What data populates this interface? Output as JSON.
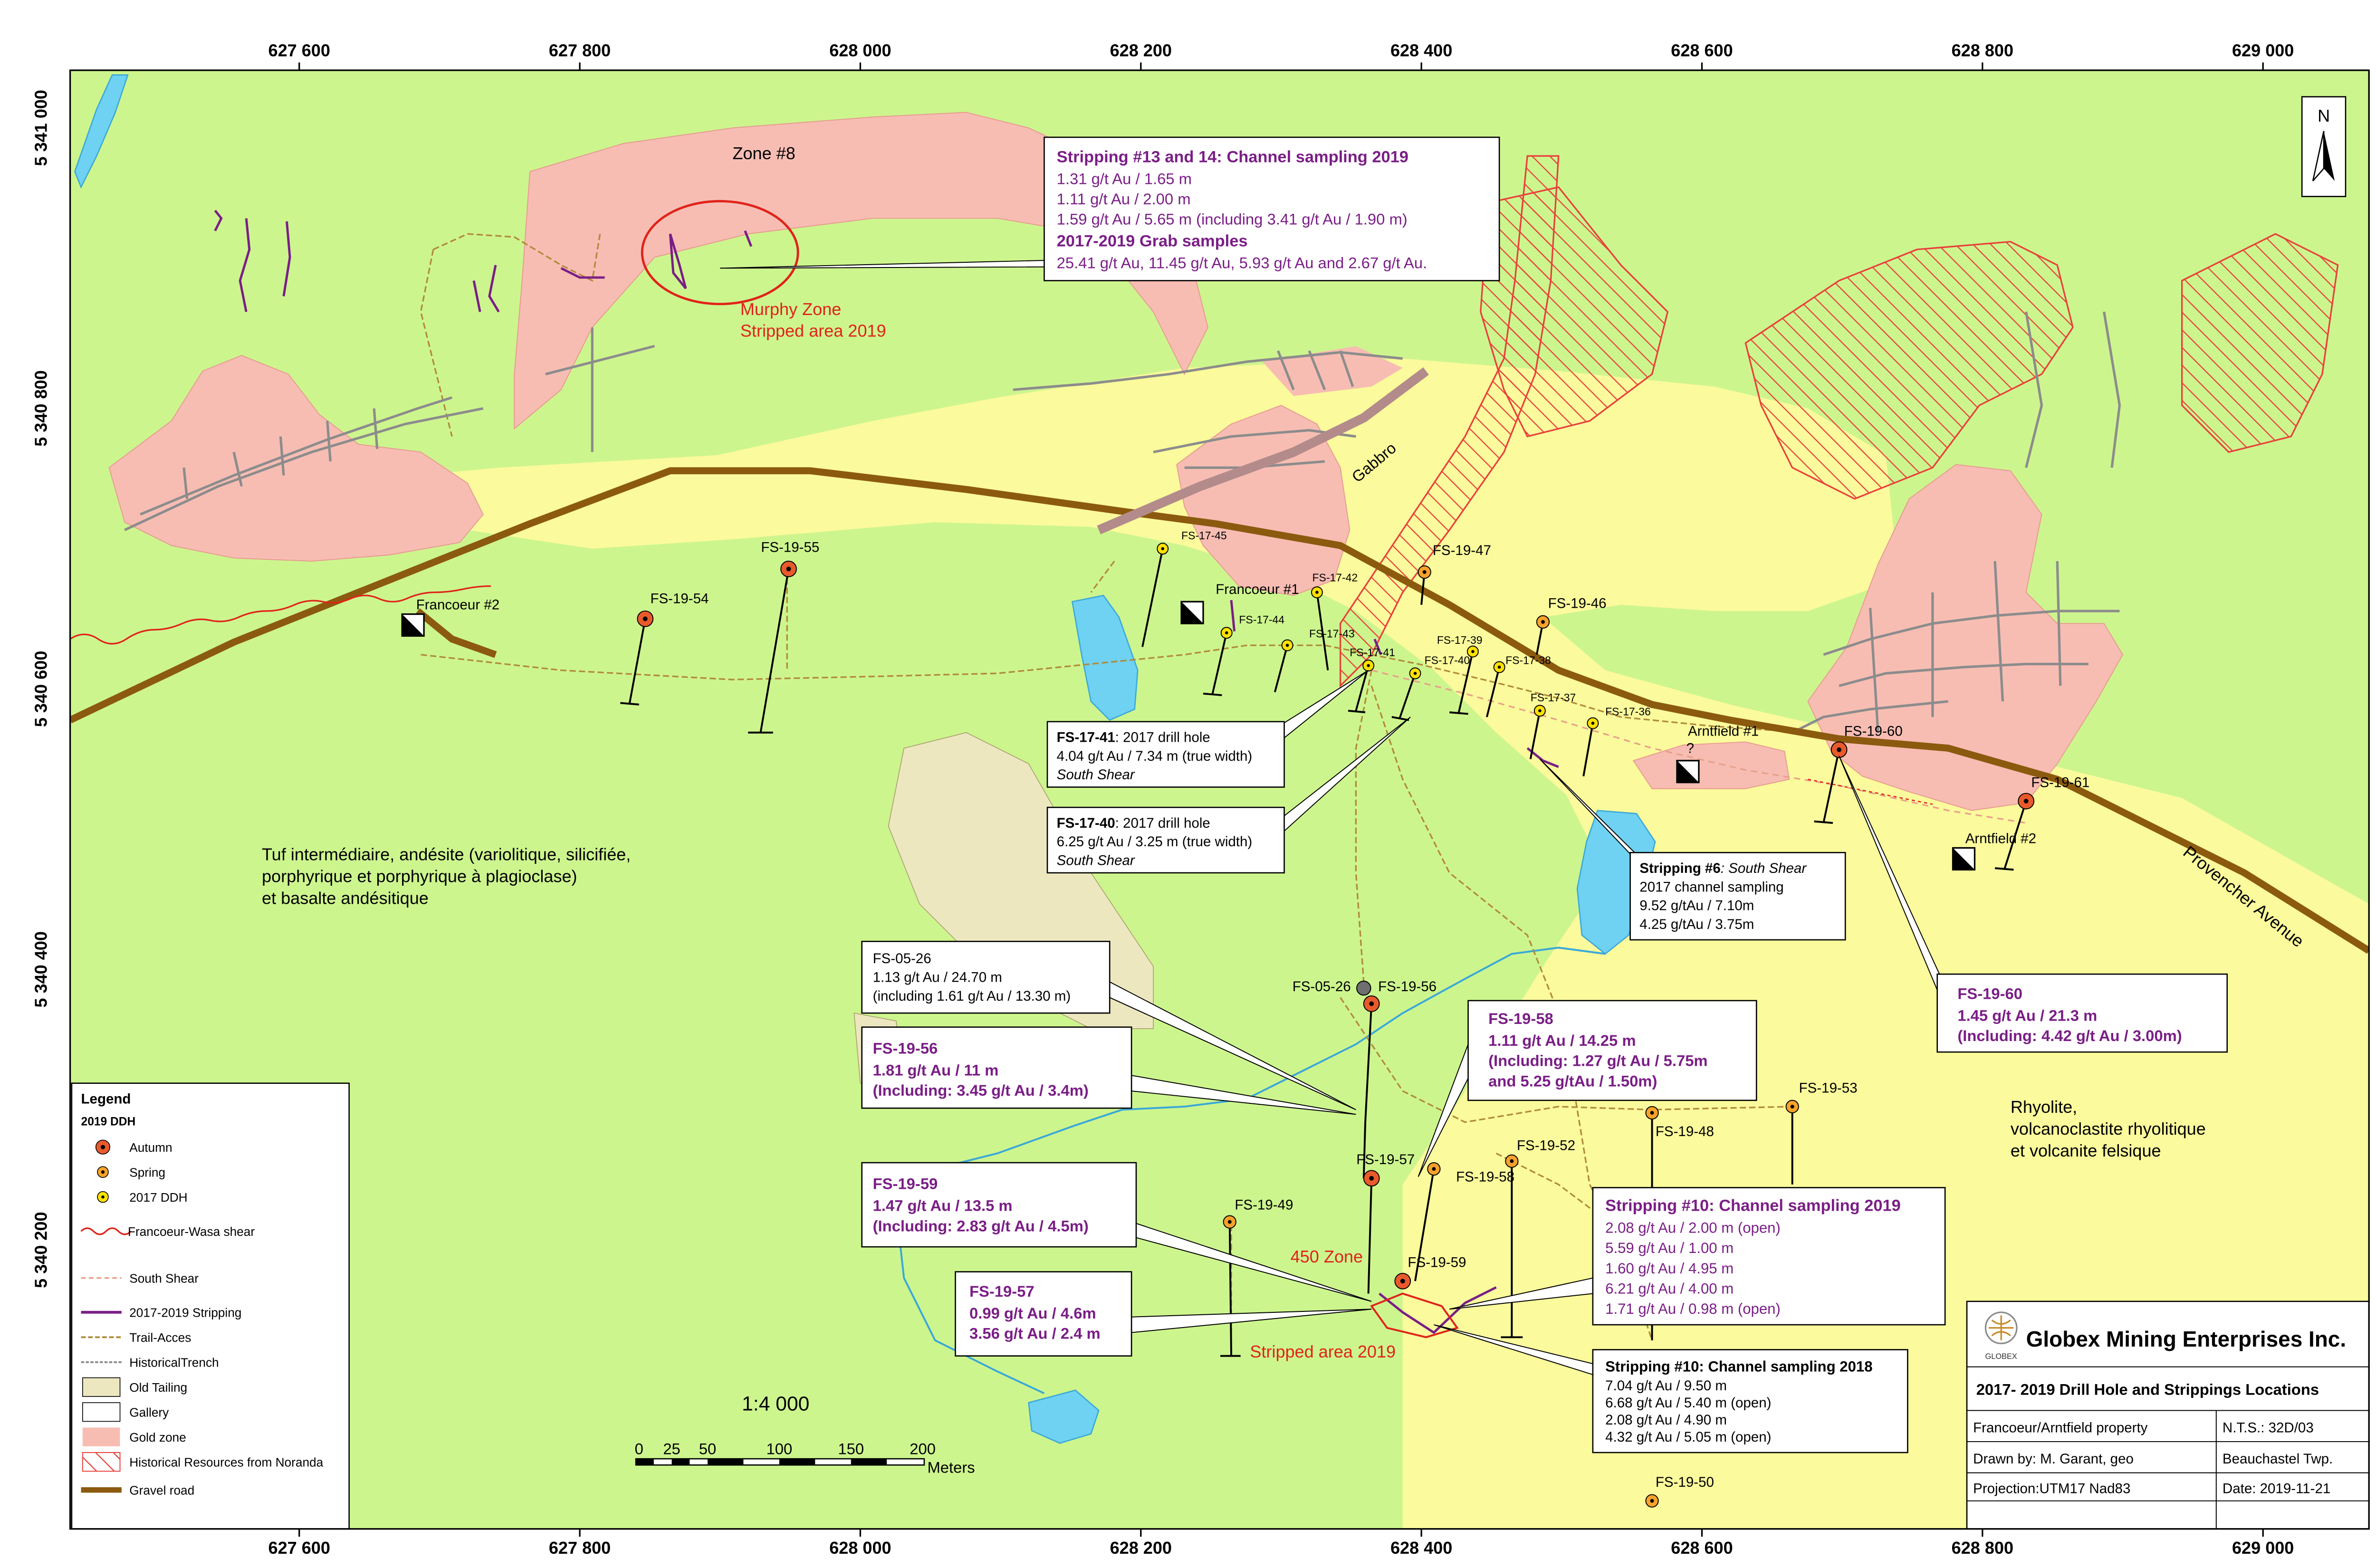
{
  "colors": {
    "land": "#cdf58e",
    "rhyolite": "#fbfa9c",
    "gold_zone": "#f7bdb3",
    "hatch": "#e8403a",
    "road": "#8b5a0f",
    "water": "#6fd2f2",
    "tailing": "#ede7c0",
    "purple": "#7a1e86",
    "red": "#e0231a"
  },
  "axes": {
    "x_top": [
      "627 600",
      "627 800",
      "628 000",
      "628 200",
      "628 400",
      "628 600",
      "628 800",
      "629 000"
    ],
    "y_left": [
      "5 341 000",
      "5 340 800",
      "5 340 600",
      "5 340 400",
      "5 340 200"
    ]
  },
  "labels": {
    "zone8": "Zone #8",
    "murphy1": "Murphy Zone",
    "murphy2": "Stripped area 2019",
    "gabbro": "Gabbro",
    "francoeur2": "Francoeur #2",
    "francoeur1": "Francoeur #1",
    "arntfield1": "Arntfield #1",
    "question": "?",
    "arntfield2": "Arntfield #2",
    "provencher": "Provencher Avenue",
    "zone450": "450 Zone",
    "stripped2019": "Stripped area 2019",
    "tuf1": "Tuf intermédiaire, andésite (variolitique, silicifiée,",
    "tuf2": " porphyrique et porphyrique à plagioclase)",
    "tuf3": "et basalte andésitique",
    "rhy1": "Rhyolite,",
    "rhy2": "volcanoclastite rhyolitique",
    "rhy3": " et volcanite felsique",
    "north": "N",
    "scale_ratio": "1:4 000",
    "scale_ticks": [
      "0",
      "25",
      "50",
      "100",
      "150",
      "200"
    ],
    "scale_unit": "Meters"
  },
  "holes": [
    {
      "name": "FS-19-55",
      "type": "spring"
    },
    {
      "name": "FS-19-54",
      "type": "autumn"
    },
    {
      "name": "FS-17-45",
      "type": "ddh2017"
    },
    {
      "name": "FS-17-42",
      "type": "ddh2017"
    },
    {
      "name": "FS-19-47",
      "type": "spring"
    },
    {
      "name": "FS-17-44",
      "type": "ddh2017"
    },
    {
      "name": "FS-17-43",
      "type": "ddh2017"
    },
    {
      "name": "FS-17-41",
      "type": "ddh2017"
    },
    {
      "name": "FS-17-40",
      "type": "ddh2017"
    },
    {
      "name": "FS-17-39",
      "type": "ddh2017"
    },
    {
      "name": "FS-17-38",
      "type": "ddh2017"
    },
    {
      "name": "FS-19-46",
      "type": "spring"
    },
    {
      "name": "FS-17-37",
      "type": "ddh2017"
    },
    {
      "name": "FS-17-36",
      "type": "ddh2017"
    },
    {
      "name": "FS-19-60",
      "type": "autumn"
    },
    {
      "name": "FS-19-61",
      "type": "autumn"
    },
    {
      "name": "FS-05-26",
      "type": "old"
    },
    {
      "name": "FS-19-56",
      "type": "autumn"
    },
    {
      "name": "FS-19-57",
      "type": "autumn"
    },
    {
      "name": "FS-19-58",
      "type": "spring"
    },
    {
      "name": "FS-19-52",
      "type": "spring"
    },
    {
      "name": "FS-19-49",
      "type": "spring"
    },
    {
      "name": "FS-19-59",
      "type": "autumn"
    },
    {
      "name": "FS-19-48",
      "type": "spring"
    },
    {
      "name": "FS-19-53",
      "type": "spring"
    },
    {
      "name": "FS-19-50",
      "type": "spring"
    }
  ],
  "callouts": {
    "c1314": {
      "title": "Stripping #13 and 14: Channel sampling 2019",
      "lines": [
        "1.31 g/t Au / 1.65 m",
        "1.11 g/t Au / 2.00 m",
        "1.59 g/t Au / 5.65 m (including 3.41 g/t Au / 1.90 m)"
      ],
      "sub": " 2017-2019 Grab samples",
      "sub_line": "25.41 g/t Au, 11.45 g/t Au, 5.93 g/t Au and 2.67 g/t Au."
    },
    "c41": {
      "id": "FS-17-41",
      "rest": ": 2017 drill hole",
      "l2": "4.04 g/t Au / 7.34 m (true width)",
      "l3": "South Shear"
    },
    "c40": {
      "id": "FS-17-40",
      "rest": ": 2017 drill hole",
      "l2": "6.25 g/t Au / 3.25 m (true width)",
      "l3": "South Shear"
    },
    "c6": {
      "id": "Stripping #6",
      "rest": ":  South Shear",
      "l2": "2017 channel sampling",
      "l3": "9.52 g/tAu / 7.10m",
      "l4": "4.25 g/tAu / 3.75m"
    },
    "c60": {
      "title": "FS-19-60",
      "lines": [
        "1.45 g/t Au / 21.3 m",
        "(Including: 4.42 g/t Au / 3.00m)"
      ]
    },
    "c26": {
      "lines": [
        "FS-05-26",
        "1.13 g/t Au / 24.70 m",
        "(including 1.61 g/t Au / 13.30 m)"
      ]
    },
    "c56": {
      "title": "FS-19-56",
      "lines": [
        "1.81 g/t Au / 11 m",
        "(Including: 3.45 g/t Au / 3.4m)"
      ]
    },
    "c58": {
      "title": "FS-19-58",
      "lines": [
        "1.11 g/t Au / 14.25 m",
        "(Including: 1.27 g/t Au / 5.75m",
        "and 5.25 g/tAu / 1.50m)"
      ]
    },
    "c59": {
      "title": "FS-19-59",
      "lines": [
        "1.47 g/t Au / 13.5 m",
        "(Including: 2.83 g/t Au / 4.5m)"
      ]
    },
    "c57": {
      "title": "FS-19-57",
      "lines": [
        "0.99 g/t Au / 4.6m",
        "3.56 g/t Au / 2.4 m"
      ]
    },
    "c10a": {
      "title": "Stripping #10: Channel sampling 2019",
      "lines": [
        "2.08 g/t Au / 2.00 m (open)",
        "5.59 g/t Au / 1.00 m",
        "1.60 g/t Au / 4.95 m",
        "6.21 g/t Au / 4.00 m",
        "1.71 g/t Au / 0.98 m (open)"
      ]
    },
    "c10b": {
      "title": "Stripping #10: Channel sampling 2018",
      "lines": [
        "7.04 g/t Au / 9.50 m",
        "6.68 g/t Au / 5.40 m (open)",
        "2.08 g/t Au / 4.90 m",
        "4.32 g/t Au / 5.05 m (open)"
      ]
    }
  },
  "legend": {
    "title": "Legend",
    "section": "2019 DDH",
    "items": [
      "Autumn",
      "Spring",
      "2017 DDH",
      "Francoeur-Wasa shear",
      "South Shear",
      "2017-2019 Stripping",
      "Trail-Acces",
      "HistoricalTrench",
      "Old Tailing",
      "Gallery",
      "Gold zone",
      "Historical Resources from Noranda",
      "Gravel road"
    ]
  },
  "titleblock": {
    "company": "Globex Mining Enterprises Inc.",
    "logo": "GLOBEX",
    "title": "2017- 2019 Drill Hole and Strippings Locations",
    "property": "Francoeur/Arntfield property",
    "nts": "N.T.S.: 32D/03",
    "drawn": "Drawn by: M. Garant, geo",
    "twp": "Beauchastel Twp.",
    "proj": "Projection:UTM17  Nad83",
    "date": "Date: 2019-11-21"
  }
}
